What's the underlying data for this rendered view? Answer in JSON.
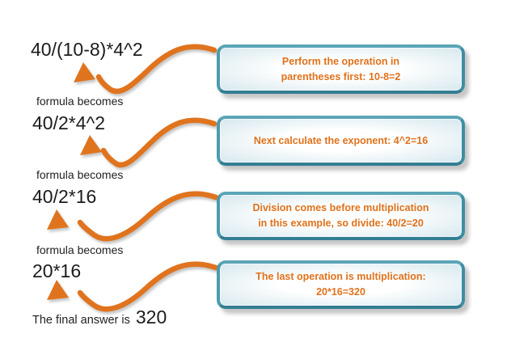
{
  "colors": {
    "arrow": "#E0741E",
    "box-border": "#4796AA",
    "box-text": "#E0721C",
    "formula-text": "#1C1C1C",
    "box-fill-edge": "#D6E8EE"
  },
  "steps": [
    {
      "formula": "40/(10-8)*4^2",
      "transition": "formula becomes",
      "note_lines": [
        "Perform the operation in",
        "parentheses first: 10-8=2"
      ]
    },
    {
      "formula": "40/2*4^2",
      "transition": "formula becomes",
      "note_lines": [
        "Next calculate the exponent: 4^2=16"
      ]
    },
    {
      "formula": "40/2*16",
      "transition": "formula becomes",
      "note_lines": [
        "Division comes before multiplication",
        "in this example, so divide: 40/2=20"
      ]
    },
    {
      "formula": "20*16",
      "note_lines": [
        "The last operation is multiplication:",
        "20*16=320"
      ]
    }
  ],
  "final": {
    "label": "The final answer is",
    "value": "320"
  }
}
